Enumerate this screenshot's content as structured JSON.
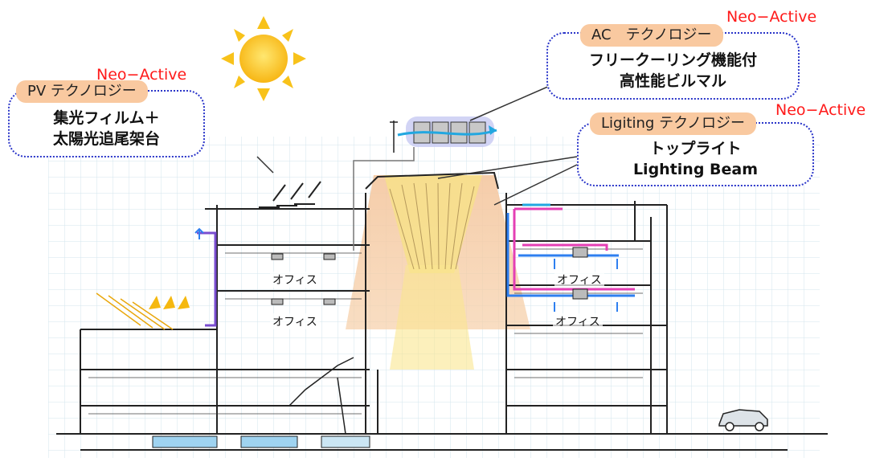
{
  "colors": {
    "callout_border": "#2a35c9",
    "tag_fill": "#f9c9a0",
    "neo_text": "#ff1a1a",
    "light_beam": "#f6d9a8",
    "sun": "#f7b614",
    "duct_pink": "#e43fb4",
    "duct_blue": "#2e7ff0",
    "grid": "#cfe3ec",
    "sketch": "#222222"
  },
  "callouts": {
    "pv": {
      "neo": "Neo−Active",
      "tag": "PV テクノロジー",
      "line1": "集光フィルム＋",
      "line2": "太陽光追尾架台"
    },
    "ac": {
      "neo": "Neo−Active",
      "tag": "AC　テクノロジー",
      "line1": "フリークーリング機能付",
      "line2": "高性能ビルマル"
    },
    "lighting": {
      "neo": "Neo−Active",
      "tag": "Ligiting テクノロジー",
      "line1": "トップライト",
      "line2": "Lighting Beam"
    }
  },
  "rooms": {
    "left_upper": "オフィス",
    "left_lower": "オフィス",
    "right_upper": "オフィス",
    "right_lower": "オフィス"
  }
}
